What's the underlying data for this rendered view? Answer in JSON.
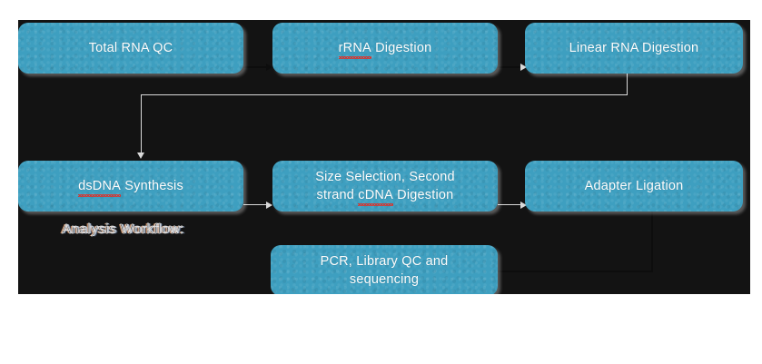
{
  "diagram": {
    "background_color": "#131313",
    "node_color": "#3e9fc0",
    "text_color": "#fefefe",
    "connector_color": "#d9d9d9",
    "spellcheck_color": "#e03028",
    "caption": "Analysis Workflow:",
    "nodes": [
      {
        "id": "total-rna-qc",
        "label": "Total RNA QC",
        "misspelled": ""
      },
      {
        "id": "rrna-digestion",
        "label": "rRNA Digestion",
        "misspelled": "rRNA"
      },
      {
        "id": "linear-rna-digestion",
        "label": "Linear RNA Digestion",
        "misspelled": ""
      },
      {
        "id": "dsdna-synthesis",
        "label": "dsDNA Synthesis",
        "misspelled": "dsDNA"
      },
      {
        "id": "size-selection",
        "label": "Size Selection, Second strand cDNA Digestion",
        "misspelled": "cDNA"
      },
      {
        "id": "adapter-ligation",
        "label": "Adapter Ligation",
        "misspelled": ""
      },
      {
        "id": "pcr-library-qc",
        "label": "PCR, Library QC and sequencing",
        "misspelled": ""
      }
    ],
    "node_labels": {
      "total_rna_qc": "Total RNA QC",
      "rrna_pre": "",
      "rrna_mis": "rRNA",
      "rrna_post": " Digestion",
      "linear_rna_digestion": "Linear RNA Digestion",
      "dsdna_mis": "dsDNA",
      "dsdna_post": " Synthesis",
      "size_line1": "Size Selection, Second",
      "size_line2_pre": "strand ",
      "size_line2_mis": "cDNA",
      "size_line2_post": " Digestion",
      "adapter_ligation": "Adapter Ligation",
      "pcr_line1": "PCR, Library QC and",
      "pcr_line2": "sequencing"
    },
    "edges": [
      {
        "from": "total-rna-qc",
        "to": "rrna-digestion",
        "style": "straight-right"
      },
      {
        "from": "rrna-digestion",
        "to": "linear-rna-digestion",
        "style": "straight-right"
      },
      {
        "from": "linear-rna-digestion",
        "to": "dsdna-synthesis",
        "style": "elbow-down-left"
      },
      {
        "from": "dsdna-synthesis",
        "to": "size-selection",
        "style": "straight-right"
      },
      {
        "from": "size-selection",
        "to": "adapter-ligation",
        "style": "straight-right"
      },
      {
        "from": "adapter-ligation",
        "to": "pcr-library-qc",
        "style": "elbow-down-left"
      }
    ]
  }
}
